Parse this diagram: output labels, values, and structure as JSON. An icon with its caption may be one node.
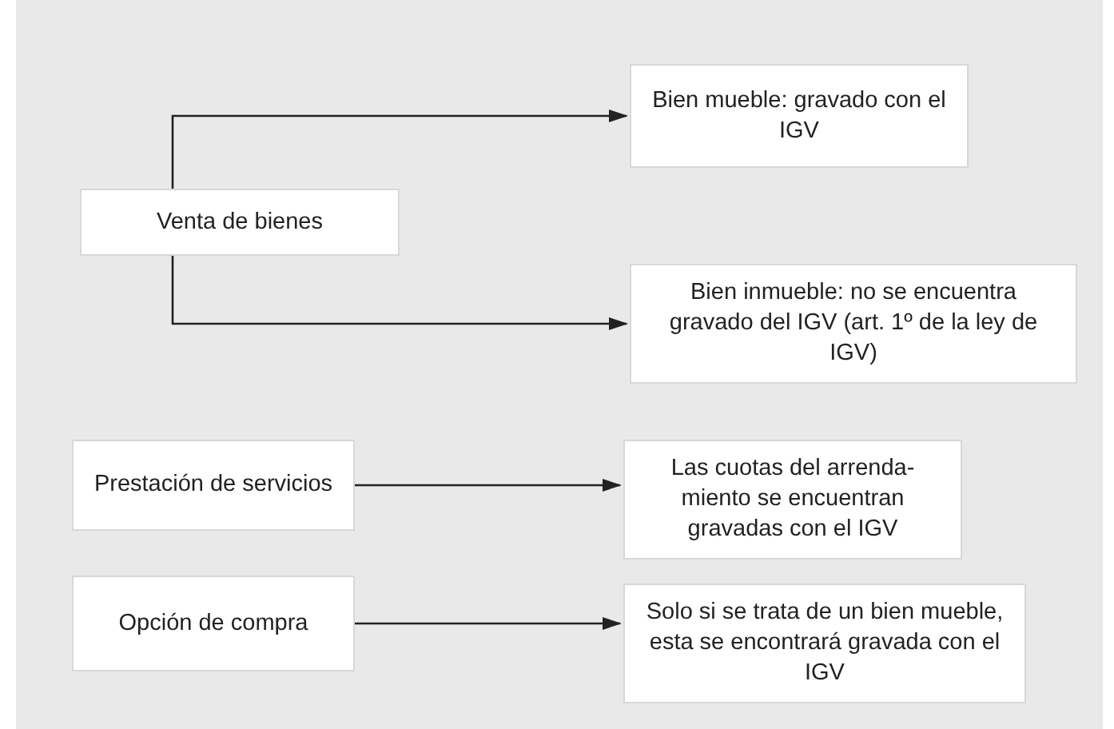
{
  "diagram": {
    "nodes": [
      {
        "text": [
          "Venta de bienes"
        ]
      },
      {
        "text": [
          "Bien mueble: gravado con el IGV"
        ]
      },
      {
        "text": [
          "Bien inmueble: no se encuentra gravado del IGV (art. 1º de la ley de IGV)"
        ]
      },
      {
        "text": [
          "Prestación de servicios"
        ]
      },
      {
        "text": [
          "Las cuotas del arrenda- miento se encuentran gravadas con el IGV"
        ]
      },
      {
        "text": [
          "Opción de compra"
        ]
      },
      {
        "text": [
          "Solo si se trata de un bien mueble, esta se encontrará gravada con el IGV"
        ]
      }
    ],
    "edges": [
      {
        "from": 0,
        "to": 1,
        "arrow": "to"
      },
      {
        "from": 0,
        "to": 2,
        "arrow": "to"
      },
      {
        "from": 3,
        "to": 4,
        "arrow": "to"
      },
      {
        "from": 5,
        "to": 6,
        "arrow": "to"
      }
    ]
  }
}
